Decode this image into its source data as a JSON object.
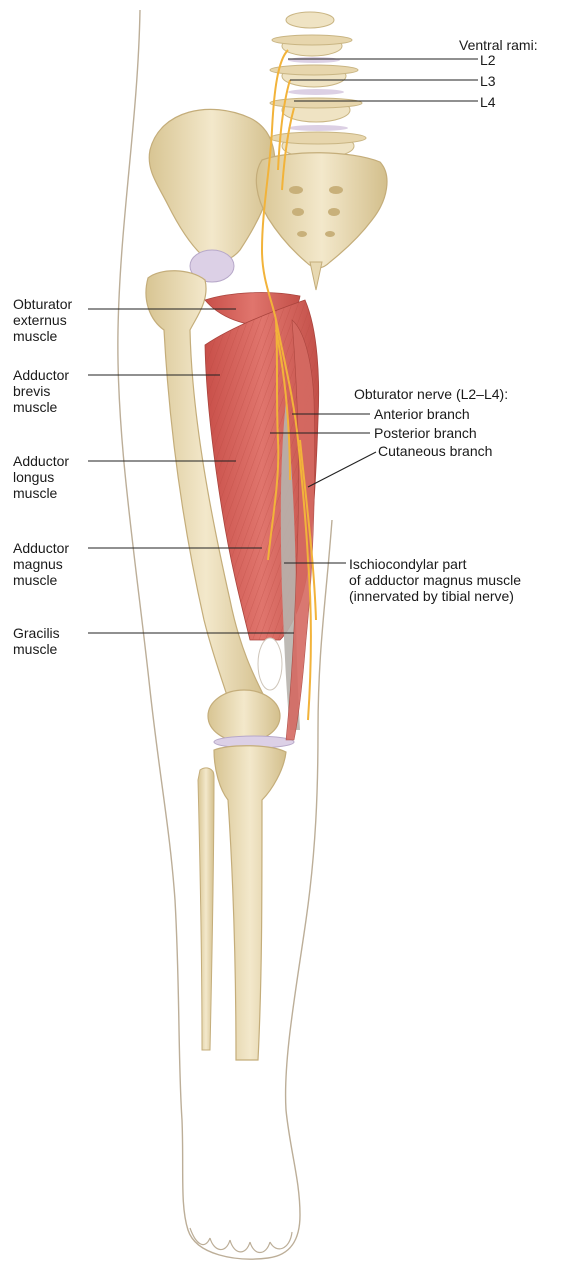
{
  "diagram": {
    "vertebral_labels": {
      "header": "Ventral rami:",
      "l2": "L2",
      "l3": "L3",
      "l4": "L4"
    },
    "left_labels": {
      "obturator_externus": [
        "Obturator",
        "externus",
        "muscle"
      ],
      "adductor_brevis": [
        "Adductor",
        "brevis",
        "muscle"
      ],
      "adductor_longus": [
        "Adductor",
        "longus",
        "muscle"
      ],
      "adductor_magnus": [
        "Adductor",
        "magnus",
        "muscle"
      ],
      "gracilis": [
        "Gracilis",
        "muscle"
      ]
    },
    "nerve_labels": {
      "header": "Obturator nerve (L2–L4):",
      "anterior": "Anterior branch",
      "posterior": "Posterior branch",
      "cutaneous": "Cutaneous branch"
    },
    "ischio_label": [
      "Ischiocondylar part",
      "of adductor magnus muscle",
      "(innervated by tibial nerve)"
    ],
    "colors": {
      "bone": "#efe3c3",
      "bone_shade": "#d9c89d",
      "muscle": "#d9665f",
      "muscle_dark": "#b9473f",
      "nerve": "#f2b33a",
      "cartilage": "#d9d0e6",
      "skin_outline": "#b8aa96",
      "leader": "#222222"
    }
  }
}
